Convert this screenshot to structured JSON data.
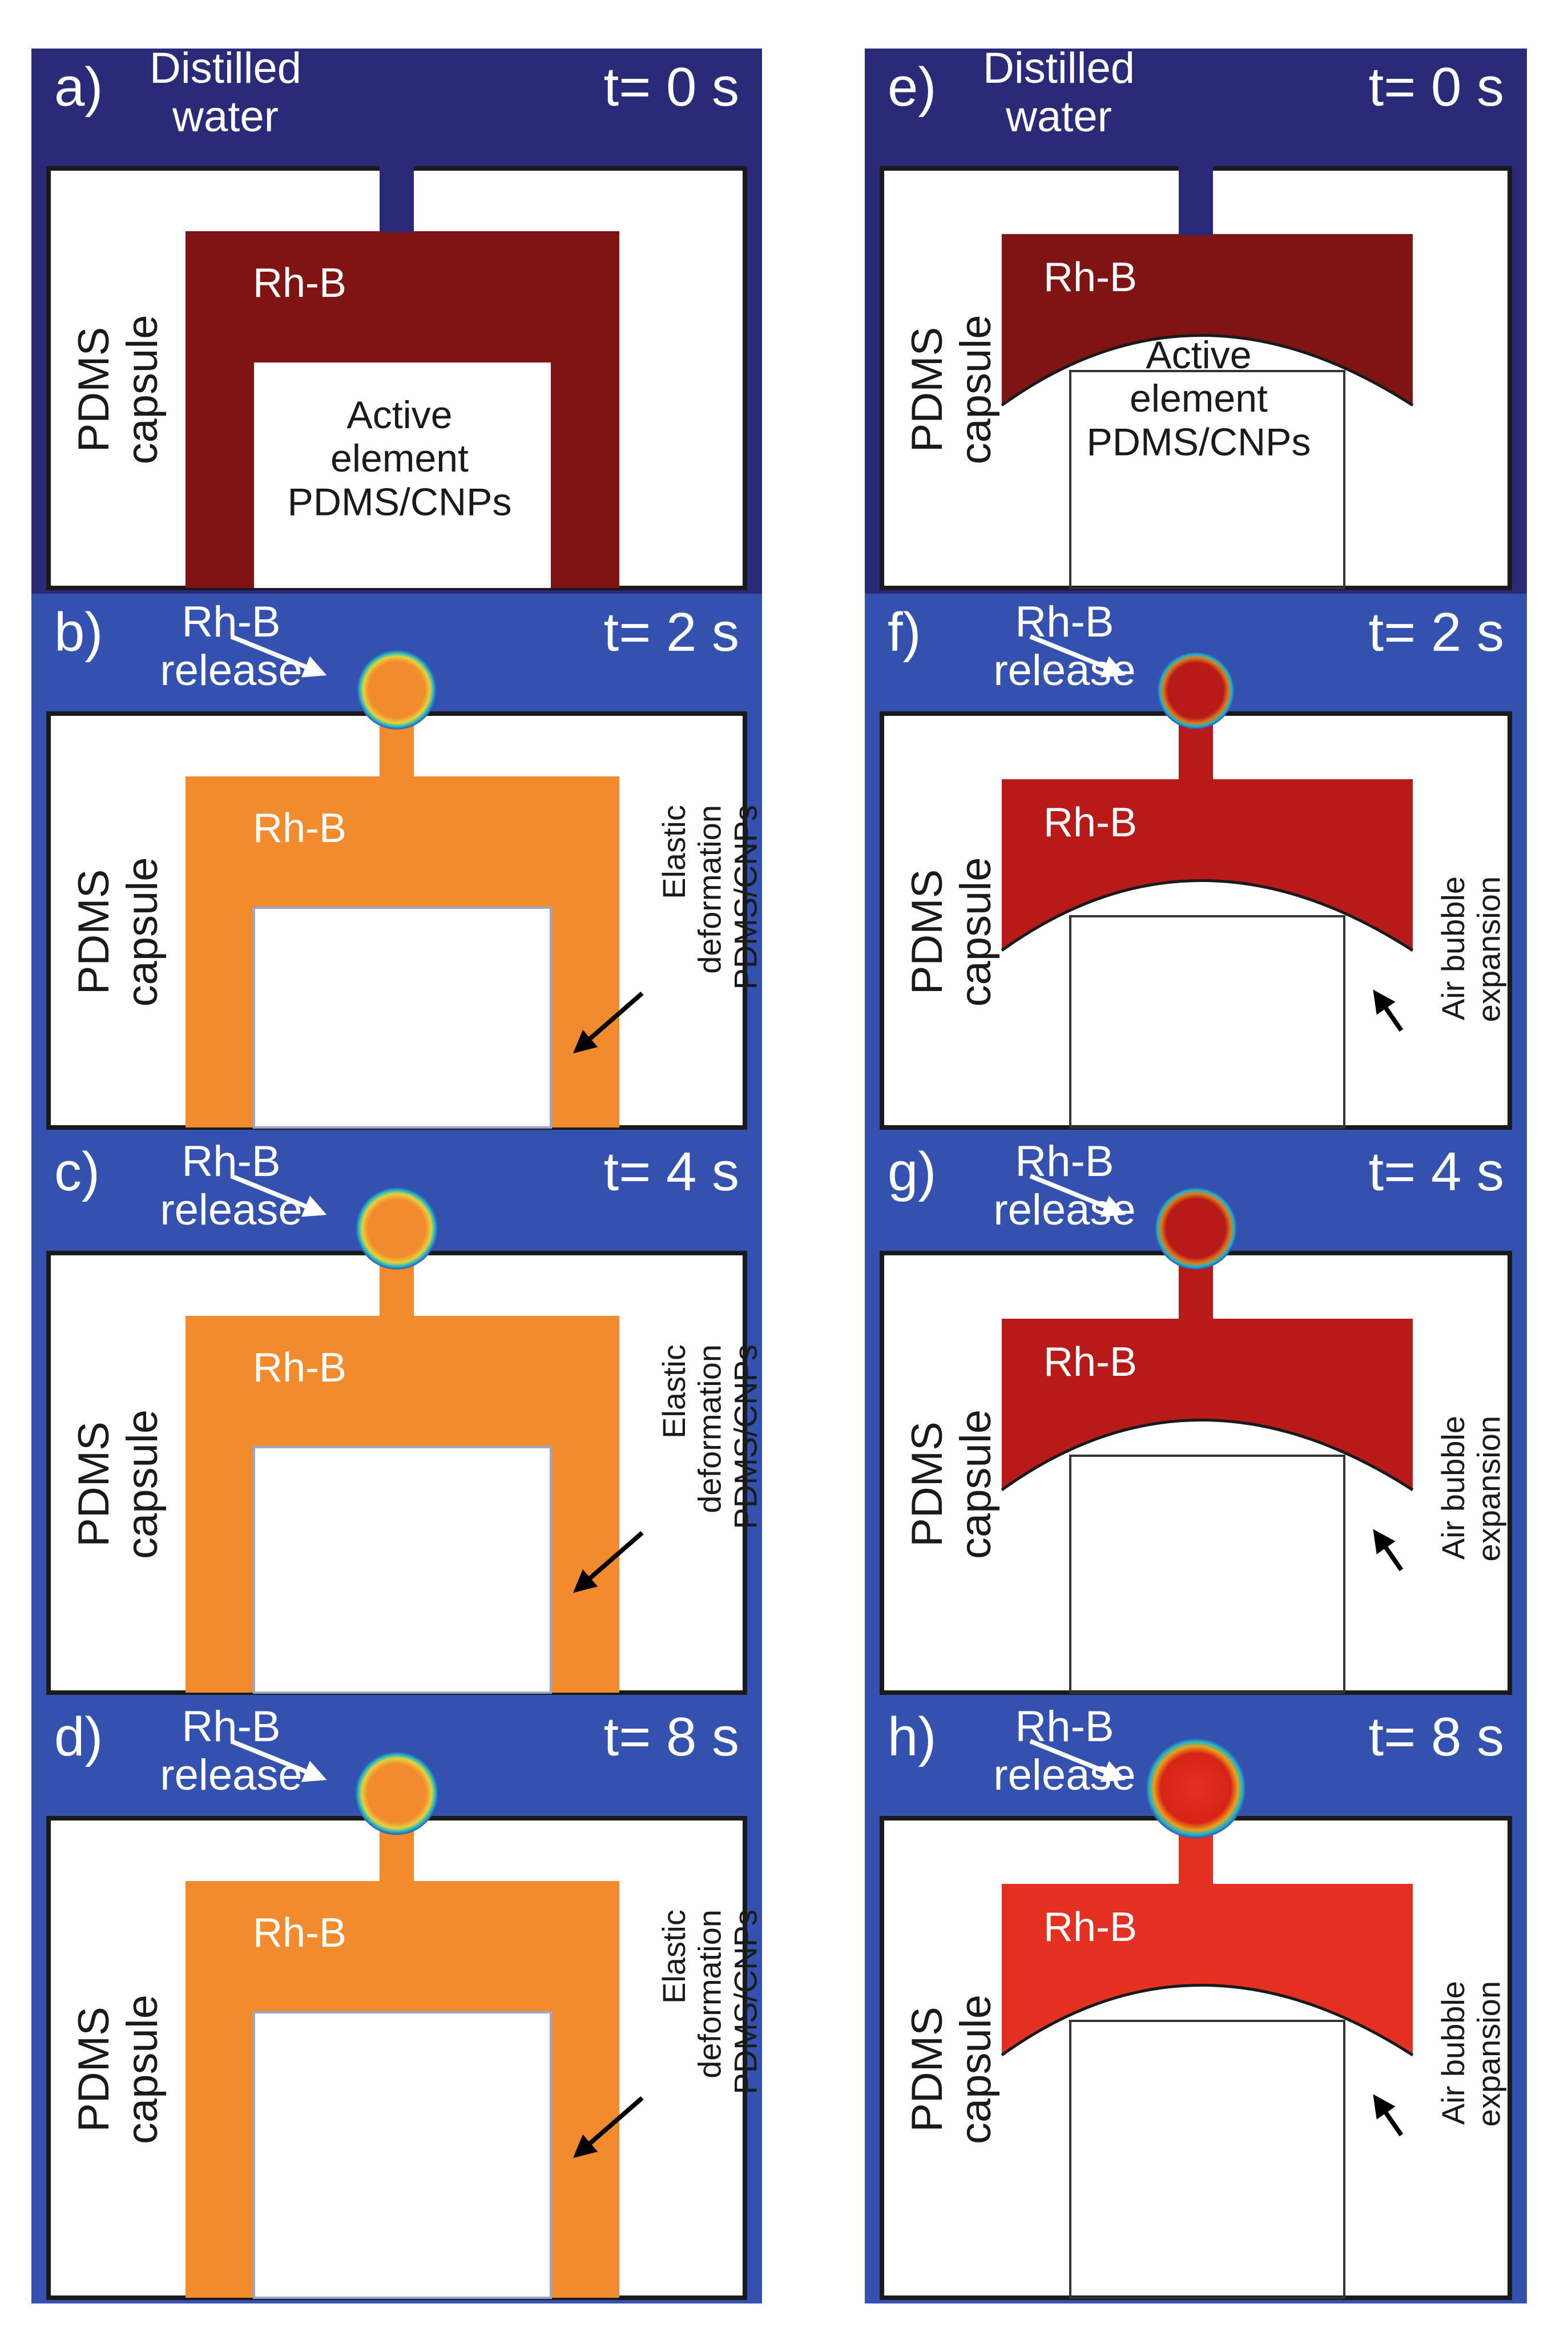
{
  "colors": {
    "water_dark": "#2b2a78",
    "water_light": "#3551b0",
    "rhb_dark": "#801414",
    "rhb_orange": "#f28a2e",
    "rhb_red": "#b81a1a",
    "rhb_bright_red": "#e33020",
    "bubble_halo": "#1fb5c8",
    "capsule_fill": "#ffffff",
    "outline": "#1a1a1a"
  },
  "panels": [
    {
      "id": "a",
      "letter": "a)",
      "time": "t= 0 s",
      "state": "initial",
      "variant": "left",
      "liquid": "rhb_dark",
      "header_label": "Distilled\nwater",
      "rhb": "Rh-B",
      "capsule": "PDMS\ncapsule",
      "active": "Active\nelement\nPDMS/CNPs"
    },
    {
      "id": "b",
      "letter": "b)",
      "time": "t= 2 s",
      "state": "release",
      "variant": "left",
      "liquid": "rhb_orange",
      "header_label": "Rh-B\nrelease",
      "rhb": "Rh-B",
      "capsule": "PDMS\ncapsule",
      "side": "Elastic\ndeformation\nPDMS/CNPs",
      "bubble": 0.55
    },
    {
      "id": "c",
      "letter": "c)",
      "time": "t= 4 s",
      "state": "release",
      "variant": "left",
      "liquid": "rhb_orange",
      "header_label": "Rh-B\nrelease",
      "rhb": "Rh-B",
      "capsule": "PDMS\ncapsule",
      "side": "Elastic\ndeformation\nPDMS/CNPs",
      "bubble": 0.6
    },
    {
      "id": "d",
      "letter": "d)",
      "time": "t= 8 s",
      "state": "release",
      "variant": "left",
      "liquid": "rhb_orange",
      "header_label": "Rh-B\nrelease",
      "rhb": "Rh-B",
      "capsule": "PDMS\ncapsule",
      "side": "Elastic\ndeformation\nPDMS/CNPs",
      "bubble": 0.62
    },
    {
      "id": "e",
      "letter": "e)",
      "time": "t= 0 s",
      "state": "initial",
      "variant": "right",
      "liquid": "rhb_dark",
      "header_label": "Distilled\nwater",
      "rhb": "Rh-B",
      "capsule": "PDMS\ncapsule",
      "active": "Active\nelement\nPDMS/CNPs"
    },
    {
      "id": "f",
      "letter": "f)",
      "time": "t= 2 s",
      "state": "release",
      "variant": "right",
      "liquid": "rhb_red",
      "header_label": "Rh-B\nrelease",
      "rhb": "Rh-B",
      "capsule": "PDMS\ncapsule",
      "side": "Air bubble\nexpansion",
      "bubble": 0.5
    },
    {
      "id": "g",
      "letter": "g)",
      "time": "t= 4 s",
      "state": "release",
      "variant": "right",
      "liquid": "rhb_red",
      "header_label": "Rh-B\nrelease",
      "rhb": "Rh-B",
      "capsule": "PDMS\ncapsule",
      "side": "Air bubble\nexpansion",
      "bubble": 0.6
    },
    {
      "id": "h",
      "letter": "h)",
      "time": "t= 8 s",
      "state": "release",
      "variant": "right",
      "liquid": "rhb_bright_red",
      "header_label": "Rh-B\nrelease",
      "rhb": "Rh-B",
      "capsule": "PDMS\ncapsule",
      "side": "Air bubble\nexpansion",
      "bubble": 0.95
    }
  ]
}
